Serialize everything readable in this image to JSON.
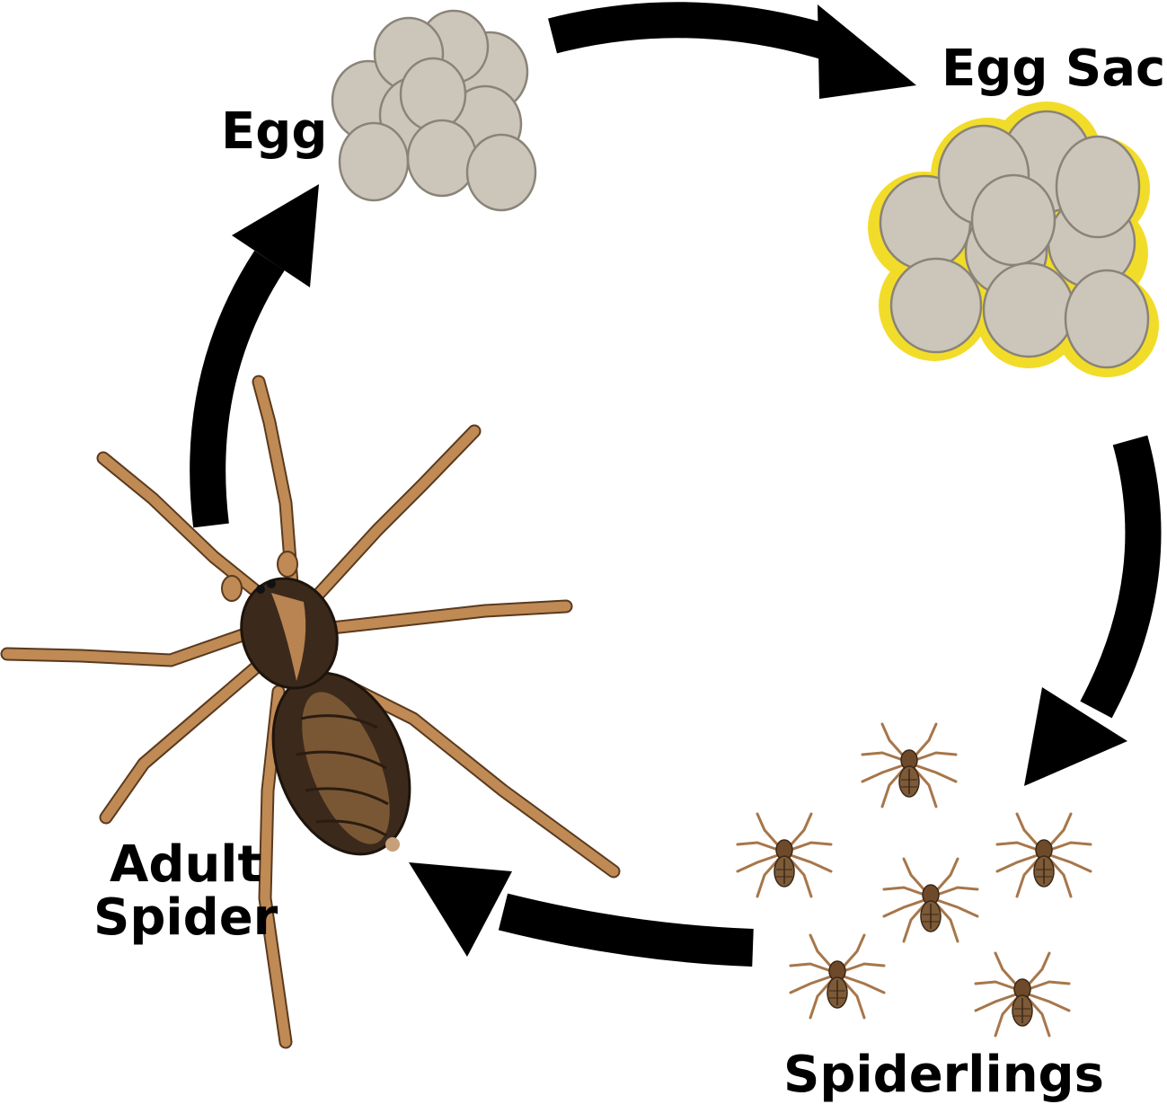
{
  "labels": {
    "egg": "Egg",
    "egg_sac": "Egg Sac",
    "spiderlings": "Spiderlings",
    "adult_line1": "Adult",
    "adult_line2": "Spider"
  },
  "colors": {
    "arrow": "#000000",
    "egg_fill": "#ccc6ba",
    "egg_stroke": "#8a8378",
    "sac_glow": "#f2dc2a",
    "spider_leg": "#c08a55",
    "spider_body": "#3b2a1c",
    "spider_stripe": "#b98352"
  },
  "icons": {
    "egg": "egg-cluster-icon",
    "egg_sac": "egg-sac-icon",
    "spiderlings": "spiderling-icon",
    "adult": "adult-spider-icon"
  }
}
